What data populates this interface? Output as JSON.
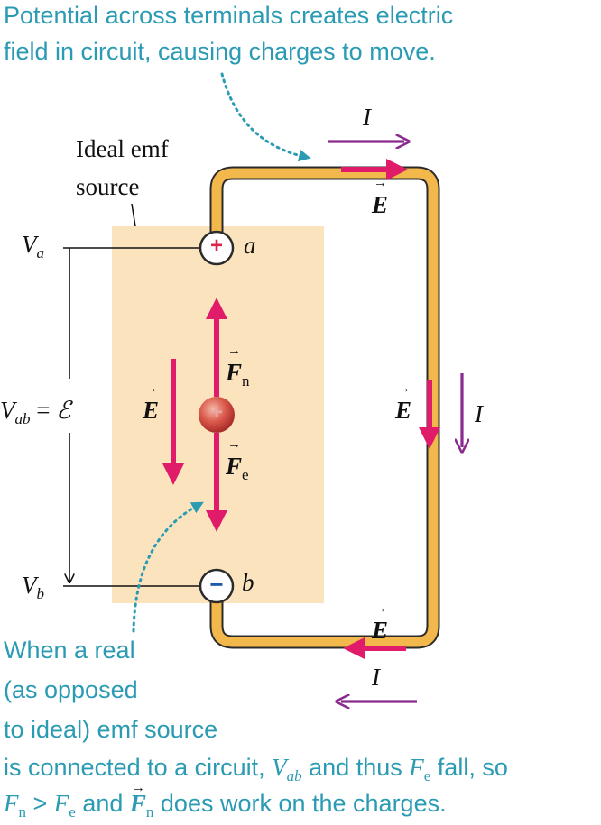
{
  "top_caption": {
    "line1": "Potential across terminals creates electric",
    "line2": "field in circuit, causing charges to move."
  },
  "source_label": {
    "line1": "Ideal emf",
    "line2": "source"
  },
  "voltages": {
    "va": {
      "symbol": "V",
      "sub": "a"
    },
    "vb": {
      "symbol": "V",
      "sub": "b"
    },
    "vab": {
      "symbol": "V",
      "sub": "ab",
      "equals": "=",
      "emf": "ℰ"
    }
  },
  "terminals": {
    "a": {
      "sign": "+",
      "label": "a"
    },
    "b": {
      "sign": "−",
      "label": "b"
    }
  },
  "charge": {
    "sign": "+"
  },
  "forces": {
    "fn": {
      "symbol": "F",
      "sub": "n"
    },
    "fe": {
      "symbol": "F",
      "sub": "e"
    }
  },
  "field": {
    "symbol": "E"
  },
  "current": {
    "symbol": "I"
  },
  "bottom_caption": {
    "line1": "When a real",
    "line2": "(as opposed",
    "line3": "to ideal) emf source",
    "line4_pre": "is connected to a circuit, ",
    "line4_v": "V",
    "line4_v_sub": "ab",
    "line4_mid": " and thus ",
    "line4_f": "F",
    "line4_f_sub": "e",
    "line4_post": " fall, so",
    "line5_f1": "F",
    "line5_f1_sub": "n",
    "line5_gt": " > ",
    "line5_f2": "F",
    "line5_f2_sub": "e",
    "line5_and": " and ",
    "line5_f3": "F",
    "line5_f3_sub": "n",
    "line5_post": " does work on the charges."
  },
  "colors": {
    "caption": "#2b9bb4",
    "wire": "#f2b84c",
    "source_box": "#fae3bd",
    "force_arrow": "#e01c6a",
    "current_arrow": "#8a2a8e",
    "terminal_plus": "#d9264a"
  }
}
